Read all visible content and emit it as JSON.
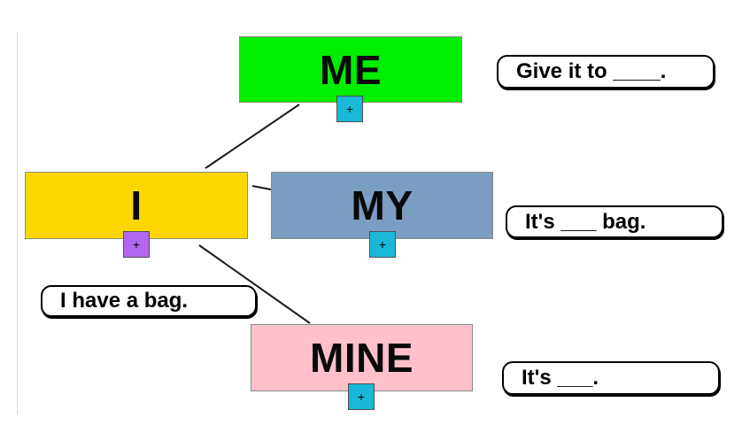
{
  "nodes": {
    "me": {
      "label": "ME",
      "color": "#00ee00"
    },
    "i": {
      "label": "I",
      "color": "#ffd700"
    },
    "my": {
      "label": "MY",
      "color": "#7b9dc1"
    },
    "mine": {
      "label": "MINE",
      "color": "#ffc0cb"
    }
  },
  "expanders": {
    "me": {
      "glyph": "+",
      "color": "#1ab8d8"
    },
    "i": {
      "glyph": "+",
      "color": "#b366f0"
    },
    "my": {
      "glyph": "+",
      "color": "#1ab8d8"
    },
    "mine": {
      "glyph": "+",
      "color": "#1ab8d8"
    }
  },
  "sentences": {
    "me": "Give it to ____.",
    "i": "I have a bag.",
    "my": "It's ___ bag.",
    "mine": "It's ___."
  },
  "link_color": "#1a1a1a"
}
